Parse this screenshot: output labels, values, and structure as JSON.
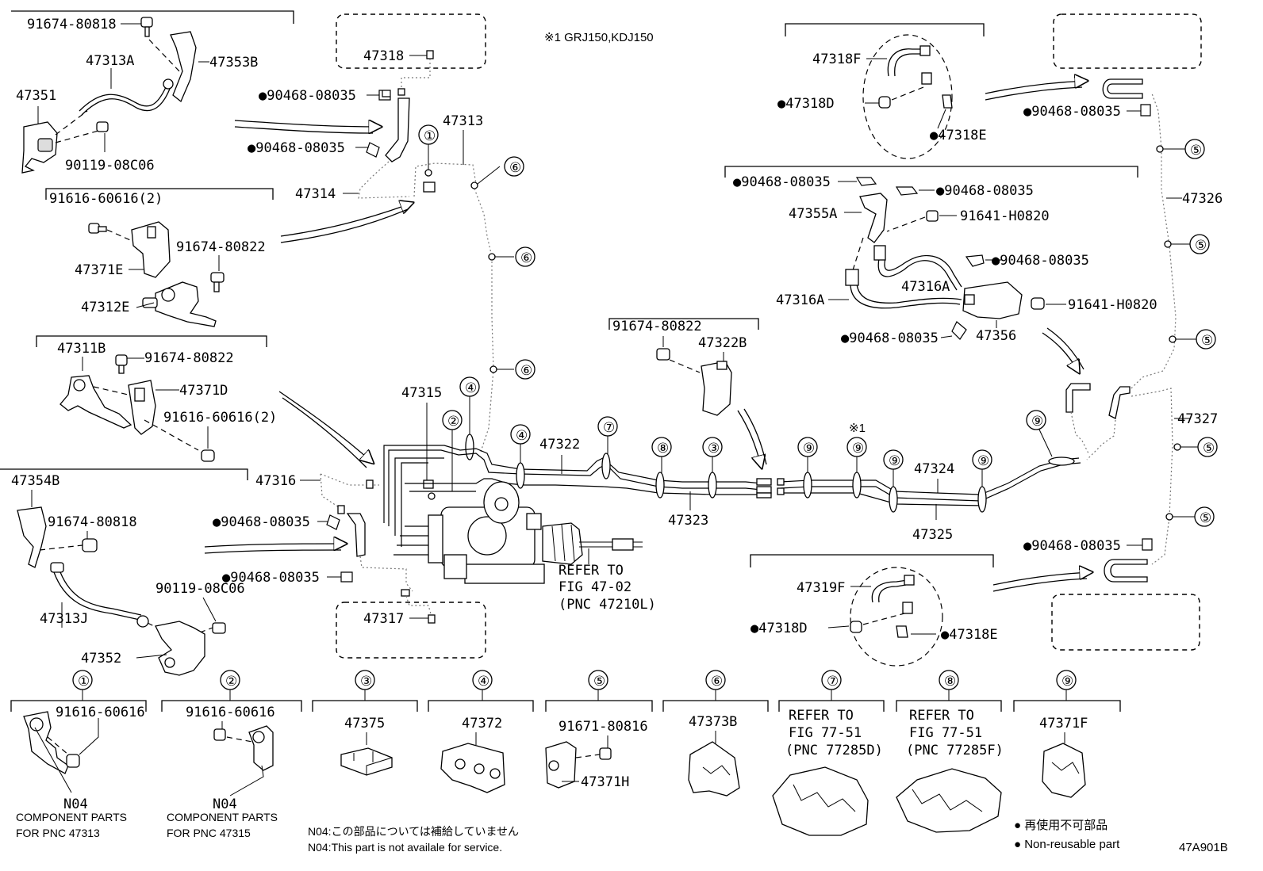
{
  "diagram_id": "47A901B",
  "note_variant": "※1 GRJ150,KDJ150",
  "markers": [
    "①",
    "②",
    "③",
    "④",
    "⑤",
    "⑥",
    "⑦",
    "⑧",
    "⑨"
  ],
  "parts_top_left": {
    "p91674_80818": "91674-80818",
    "p47313A": "47313A",
    "p47353B": "47353B",
    "p47351": "47351",
    "p90119_08C06": "90119-08C06"
  },
  "parts_mid_left": {
    "p91616_60616_2": "91616-60616(2)",
    "p91674_80822": "91674-80822",
    "p47371E": "47371E",
    "p47312E": "47312E"
  },
  "parts_left3": {
    "p47311B": "47311B",
    "p91674_80822": "91674-80822",
    "p47371D": "47371D",
    "p91616_60616_2": "91616-60616(2)"
  },
  "parts_bottom_left": {
    "p47354B": "47354B",
    "p91674_80818": "91674-80818",
    "p90119_08C06": "90119-08C06",
    "p47313J": "47313J",
    "p47352": "47352"
  },
  "center": {
    "p47318": "47318",
    "p90468_a": "●90468-08035",
    "p90468_b": "●90468-08035",
    "p47313": "47313",
    "p47314": "47314",
    "p47315": "47315",
    "p47316": "47316",
    "p90468_c": "●90468-08035",
    "p90468_d": "●90468-08035",
    "p47317": "47317",
    "p47322": "47322",
    "p47323": "47323",
    "refer1": "REFER TO",
    "refer2": "FIG 47-02",
    "refer3": "(PNC 47210L)"
  },
  "bracket_mid": {
    "p91674_80822": "91674-80822",
    "p47322B": "47322B"
  },
  "right": {
    "p47318F": "47318F",
    "p47318D": "●47318D",
    "p47318E": "●47318E",
    "p90468_r1": "●90468-08035",
    "p47326": "47326",
    "p90468_r2": "●90468-08035",
    "p90468_r3": "●90468-08035",
    "p47355A": "47355A",
    "p91641_a": "91641-H0820",
    "p90468_r4": "●90468-08035",
    "p47316A_1": "47316A",
    "p47316A_2": "47316A",
    "p91641_b": "91641-H0820",
    "p90468_r5": "●90468-08035",
    "p47356": "47356",
    "p47327": "47327",
    "p47324": "47324",
    "p47325": "47325",
    "mark1": "※1",
    "p90468_r6": "●90468-08035",
    "p47319F": "47319F",
    "p47318D_2": "●47318D",
    "p47318E_2": "●47318E"
  },
  "legend_boxes": [
    {
      "marker": "①",
      "part": "91616-60616",
      "code": "N04",
      "cap1": "COMPONENT PARTS",
      "cap2": "FOR PNC 47313"
    },
    {
      "marker": "②",
      "part": "91616-60616",
      "code": "N04",
      "cap1": "COMPONENT PARTS",
      "cap2": "FOR PNC 47315"
    },
    {
      "marker": "③",
      "part": "47375"
    },
    {
      "marker": "④",
      "part": "47372"
    },
    {
      "marker": "⑤",
      "part": "91671-80816",
      "part2": "47371H"
    },
    {
      "marker": "⑥",
      "part": "47373B"
    },
    {
      "marker": "⑦",
      "ref1": "REFER TO",
      "ref2": "FIG 77-51",
      "ref3": "(PNC 77285D)"
    },
    {
      "marker": "⑧",
      "ref1": "REFER TO",
      "ref2": "FIG 77-51",
      "ref3": "(PNC 77285F)"
    },
    {
      "marker": "⑨",
      "part": "47371F"
    }
  ],
  "notes": {
    "n04_jp": "N04:この部品については補給していません",
    "n04_en": "N04:This part is not availale for service.",
    "nonreuse_jp": "● 再使用不可部品",
    "nonreuse_en": "● Non-reusable part"
  }
}
